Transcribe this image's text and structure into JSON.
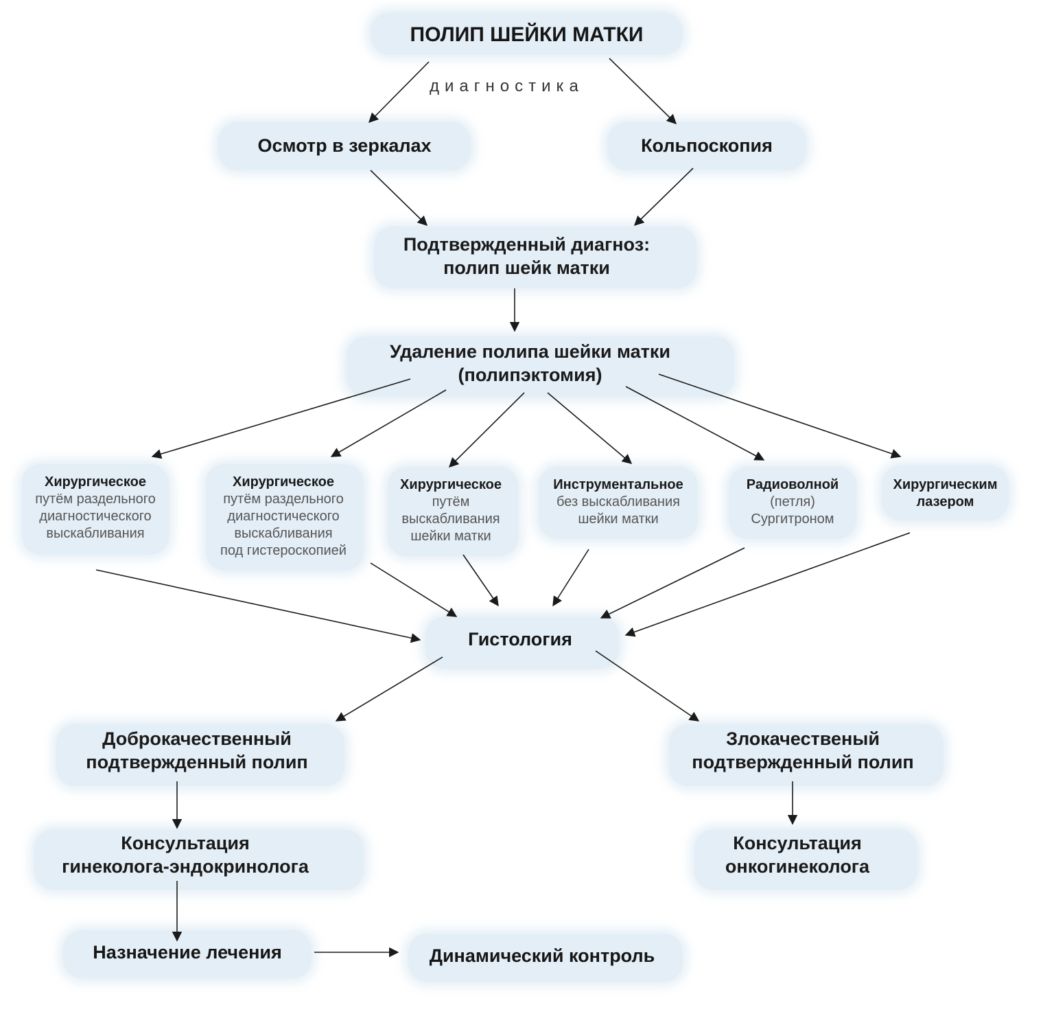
{
  "title": "ПОЛИП ШЕЙКИ МАТКИ",
  "caption": "диагностика",
  "diagnostics": {
    "speculum": "Осмотр в зеркалах",
    "colposcopy": "Кольпоскопия"
  },
  "confirmed": {
    "line1": "Подтвержденный диагноз:",
    "line2": "полип шейк матки"
  },
  "removal": {
    "line1": "Удаление полипа шейки матки",
    "line2": "(полипэктомия)"
  },
  "methods": [
    {
      "bold": "Хирургическое",
      "l1": "путём раздельного",
      "l2": "диагностического",
      "l3": "выскабливания"
    },
    {
      "bold": "Хирургическое",
      "l1": "путём раздельного",
      "l2": "диагностического",
      "l3": "выскабливания",
      "l4": "под гистероскопией"
    },
    {
      "bold": "Хирургическое",
      "l1": "путём",
      "l2": "выскабливания",
      "l3": "шейки матки"
    },
    {
      "bold": "Инструментальное",
      "l1": "без выскабливания",
      "l2": "шейки матки"
    },
    {
      "bold": "Радиоволной",
      "l1": "(петля)",
      "l2": "Сургитроном"
    },
    {
      "bold": "Хирургическим",
      "bold2": "лазером"
    }
  ],
  "histology": "Гистология",
  "benign": {
    "line1": "Доброкачественный",
    "line2": "подтвержденный полип"
  },
  "malignant": {
    "line1": "Злокачественый",
    "line2": "подтвержденный полип"
  },
  "consult_endo": {
    "line1": "Консультация",
    "line2": "гинеколога-эндокринолога"
  },
  "consult_onco": {
    "line1": "Консультация",
    "line2": "онкогинеколога"
  },
  "treatment": "Назначение лечения",
  "monitoring": "Динамический контроль",
  "colors": {
    "blob": "#e4eef6",
    "text": "#1a1a1a",
    "arrow": "#1a1a1a"
  }
}
